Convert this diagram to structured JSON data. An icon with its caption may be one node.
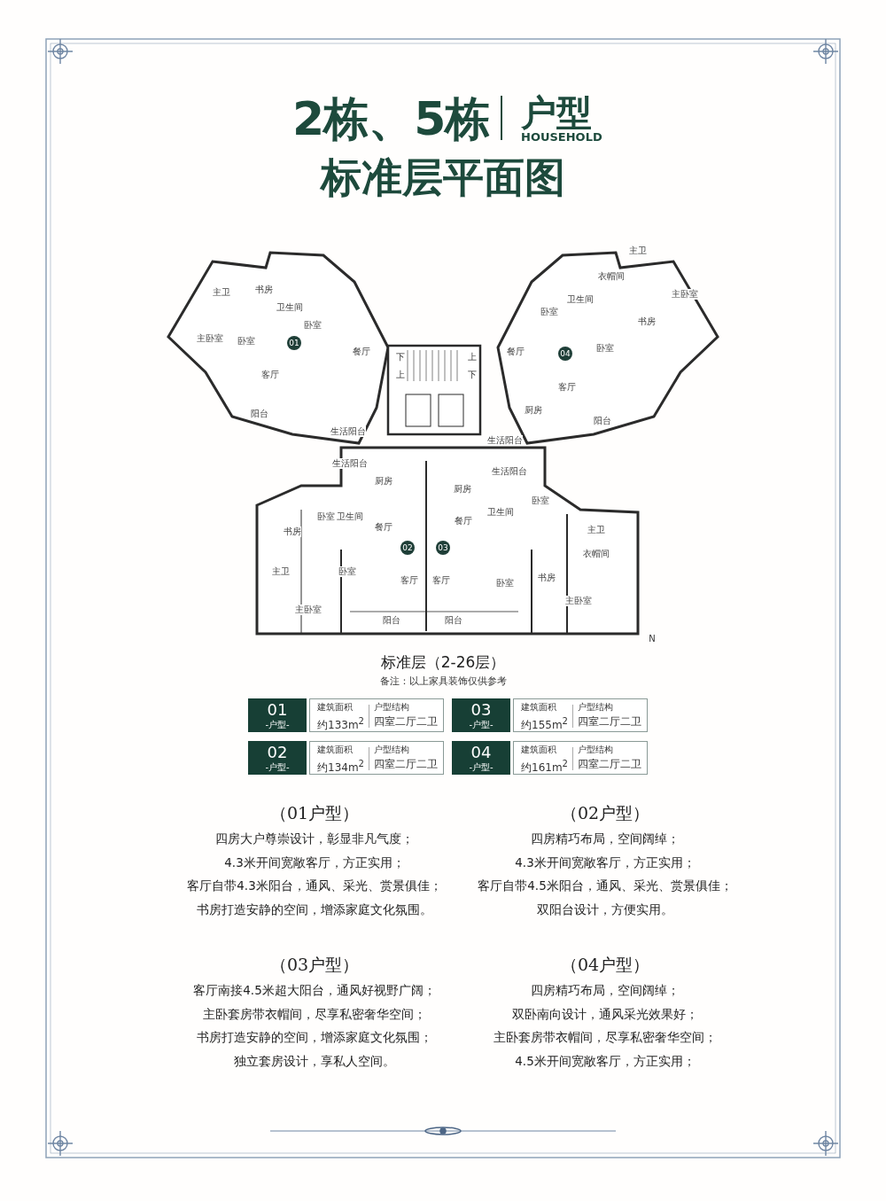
{
  "diagram": {
    "title": "2栋、5栋",
    "nodes": [
      {
        "text": [
          "01",
          "-户型-"
        ]
      },
      {
        "text": [
          "建筑面积",
          "约133m$^{2}$",
          "户型结构",
          "四室二厅二卫"
        ]
      },
      {
        "text": [
          "03",
          "-户型-"
        ]
      },
      {
        "text": [
          "建筑面积",
          "约155m$^{2}$",
          "户型结构",
          "四室二厅二卫"
        ]
      },
      {
        "text": [
          "02",
          "-户型-"
        ]
      },
      {
        "text": [
          "建筑面积",
          "约134m$^{2}$",
          "户型结构",
          "四室二厅二卫"
        ]
      },
      {
        "text": [
          "04",
          "-户型-"
        ]
      },
      {
        "text": [
          "建筑面积",
          "约161m$^{2}$",
          "户型结构",
          "四室二厅二卫"
        ]
      }
    ],
    "labels": [
      "户型",
      "HOUSEHOLD",
      "标准层平面图",
      "主卫",
      "书房",
      "卫生间",
      "卧室",
      "主卧室",
      "卧室",
      "餐厅",
      "客厅",
      "阳台",
      "生活阳台",
      "01",
      "下",
      "上",
      "主卫",
      "衣帽间",
      "卫生间",
      "主卧室",
      "卧室",
      "书房",
      "卧室",
      "餐厅",
      "04",
      "客厅",
      "厨房",
      "阳台",
      "生活阳台",
      "上",
      "下",
      "生活阳台",
      "厨房",
      "卧室",
      "卫生间",
      "餐厅",
      "书房",
      "02",
      "主卫",
      "卧室",
      "主卧室",
      "客厅",
      "阳台",
      "生活阳台",
      "厨房",
      "卫生间",
      "卧室",
      "餐厅",
      "主卫",
      "03",
      "衣帽间",
      "客厅",
      "卧室",
      "书房",
      "主卧室",
      "阳台",
      "N",
      "标准层（2-26层）",
      "备注：以上家具装饰仅供参考",
      "（01户型）",
      "四房大户尊崇设计，彰显非凡气度；",
      "4.3米开间宽敞客厅，方正实用；",
      "客厅自带4.3米阳台，通风、采光、赏景俱佳；",
      "书房打造安静的空间，增添家庭文化氛围。",
      "（02户型）",
      "四房精巧布局，空间阔绰；",
      "4.3米开间宽敞客厅，方正实用；",
      "客厅自带4.5米阳台，通风、采光、赏景俱佳；",
      "双阳台设计，方便实用。",
      "（03户型）",
      "客厅南接4.5米超大阳台，通风好视野广阔；",
      "主卧套房带衣帽间，尽享私密奢华空间；",
      "书房打造安静的空间，增添家庭文化氛围；",
      "独立套房设计，享私人空间。",
      "（04户型）",
      "四房精巧布局，空间阔绰；",
      "双卧南向设计，通风采光效果好；",
      "主卧套房带衣帽间，尽享私密奢华空间；",
      "4.5米开间宽敞客厅，方正实用；"
    ]
  }
}
